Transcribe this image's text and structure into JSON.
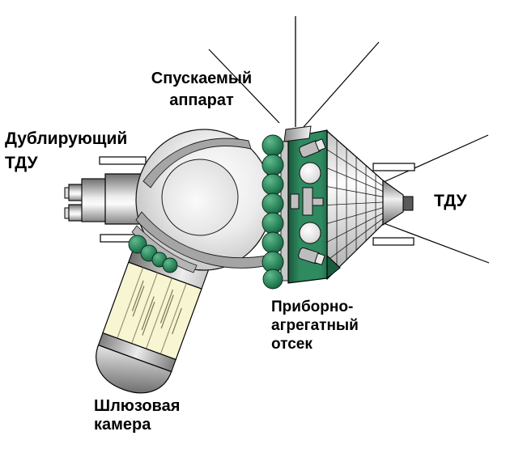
{
  "diagram": {
    "subject": "Voskhod spacecraft schematic",
    "labels": {
      "descent_module": {
        "lines": [
          "Спускаемый",
          "аппарат"
        ]
      },
      "backup_tdu": {
        "lines": [
          "Дублирующий",
          "ТДУ"
        ]
      },
      "tdu": {
        "lines": [
          "ТДУ"
        ]
      },
      "instrument_section": {
        "lines": [
          "Приборно-",
          "агрегатный",
          "отсек"
        ]
      },
      "airlock": {
        "lines": [
          "Шлюзовая",
          "камера"
        ]
      }
    },
    "colors": {
      "background": "#ffffff",
      "outline": "#000000",
      "green_dark": "#175b3d",
      "green_mid": "#2f8a60",
      "green_light": "#63b98c",
      "airlock_yellow": "#f7f5d2",
      "metal_light": "#f2f2f2",
      "metal_mid": "#b8b8b8",
      "metal_dark": "#6e6e6e"
    }
  }
}
